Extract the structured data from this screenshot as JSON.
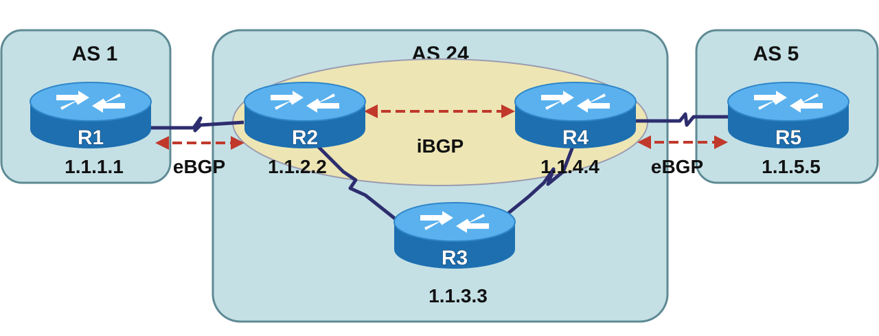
{
  "colors": {
    "as_fill": "#c4e0e5",
    "as_stroke": "#5e8a94",
    "ibgp_fill": "#ede6b4",
    "link": "#2d2d6e",
    "session_arrow": "#c0392b",
    "router_top": "#5ab1ee",
    "router_side": "#1d6fb0"
  },
  "autonomous_systems": [
    {
      "id": "as1",
      "label": "AS 1"
    },
    {
      "id": "as24",
      "label": "AS 24"
    },
    {
      "id": "as5",
      "label": "AS 5"
    }
  ],
  "routers": [
    {
      "id": "r1",
      "label": "R1",
      "ip": "1.1.1.1",
      "as": "AS 1"
    },
    {
      "id": "r2",
      "label": "R2",
      "ip": "1.1.2.2",
      "as": "AS 24"
    },
    {
      "id": "r3",
      "label": "R3",
      "ip": "1.1.3.3",
      "as": "AS 24"
    },
    {
      "id": "r4",
      "label": "R4",
      "ip": "1.1.4.4",
      "as": "AS 24"
    },
    {
      "id": "r5",
      "label": "R5",
      "ip": "1.1.5.5",
      "as": "AS 5"
    }
  ],
  "sessions": [
    {
      "type": "eBGP",
      "from": "R1",
      "to": "R2",
      "label": "eBGP"
    },
    {
      "type": "iBGP",
      "from": "R2",
      "to": "R4",
      "label": "iBGP"
    },
    {
      "type": "eBGP",
      "from": "R4",
      "to": "R5",
      "label": "eBGP"
    }
  ],
  "links": [
    {
      "from": "R1",
      "to": "R2",
      "kind": "serial"
    },
    {
      "from": "R2",
      "to": "R3",
      "kind": "serial"
    },
    {
      "from": "R3",
      "to": "R4",
      "kind": "serial"
    },
    {
      "from": "R4",
      "to": "R5",
      "kind": "serial"
    }
  ]
}
